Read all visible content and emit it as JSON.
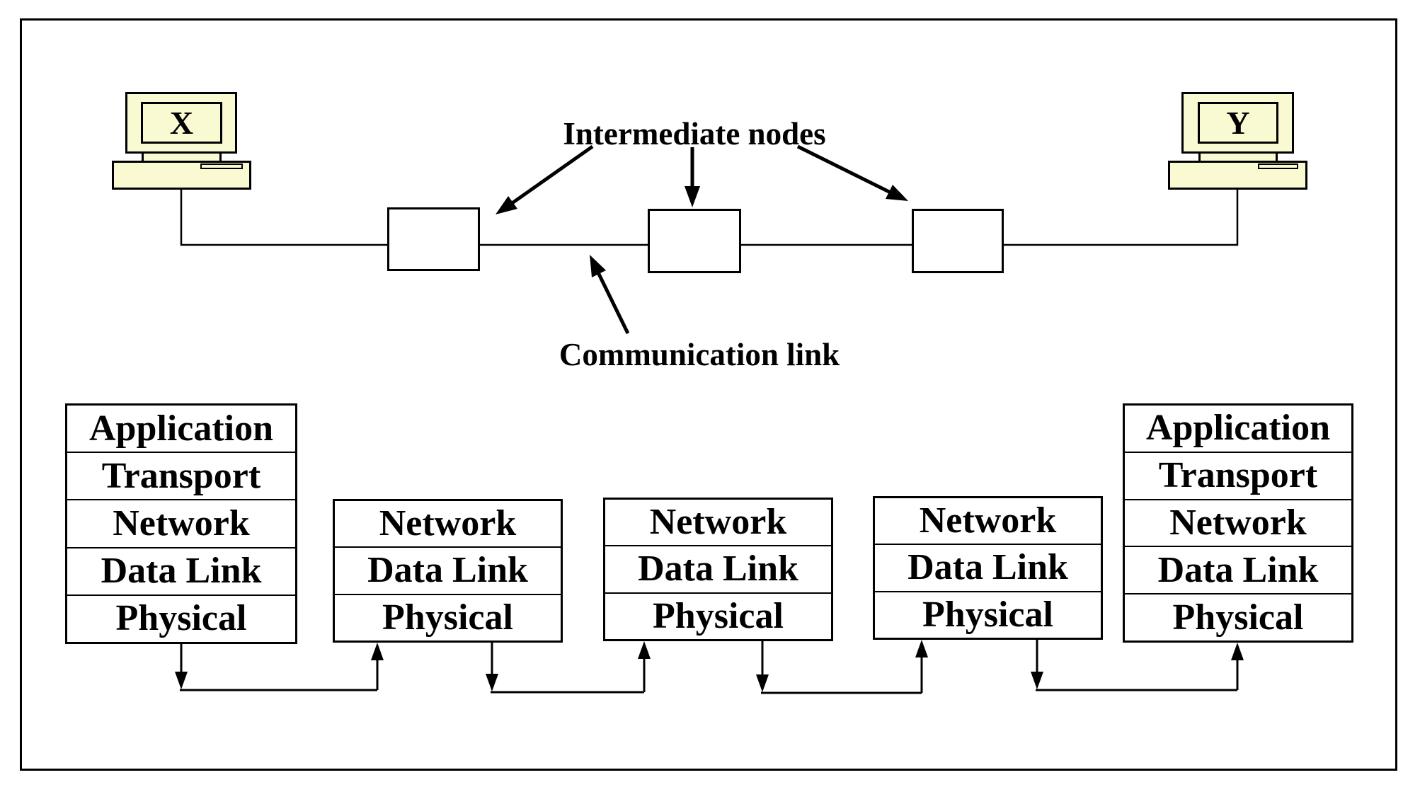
{
  "diagram": {
    "background_color": "#ffffff",
    "line_color": "#000000",
    "computer_fill_color": "#FAFAD2",
    "hosts": [
      {
        "label": "X"
      },
      {
        "label": "Y"
      }
    ],
    "annotations": {
      "intermediate_nodes": "Intermediate nodes",
      "communication_link": "Communication link"
    },
    "intermediate_node_count": 3,
    "stacks": [
      {
        "id": "host-x-stack",
        "layers": [
          "Application",
          "Transport",
          "Network",
          "Data Link",
          "Physical"
        ]
      },
      {
        "id": "intermediate-stack-1",
        "layers": [
          "Network",
          "Data Link",
          "Physical"
        ]
      },
      {
        "id": "intermediate-stack-2",
        "layers": [
          "Network",
          "Data Link",
          "Physical"
        ]
      },
      {
        "id": "intermediate-stack-3",
        "layers": [
          "Network",
          "Data Link",
          "Physical"
        ]
      },
      {
        "id": "host-y-stack",
        "layers": [
          "Application",
          "Transport",
          "Network",
          "Data Link",
          "Physical"
        ]
      }
    ]
  }
}
